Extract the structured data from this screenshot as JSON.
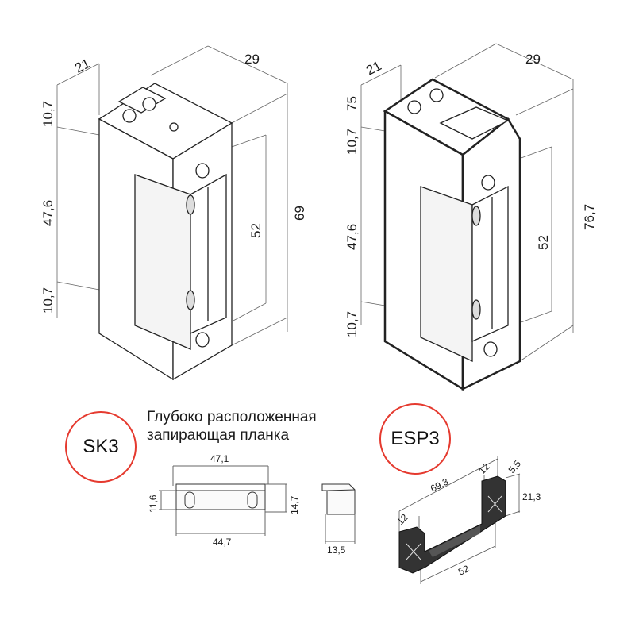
{
  "lock_left": {
    "dims": {
      "width": "21",
      "depth": "29",
      "top": "10,7",
      "middle": "47,6",
      "bottom": "10,7",
      "faceplate": "52",
      "height": "69"
    }
  },
  "lock_right": {
    "dims": {
      "width": "21",
      "depth": "29",
      "cap": "75",
      "top": "10,7",
      "middle": "47,6",
      "bottom": "10,7",
      "faceplate": "52",
      "height": "76,7"
    }
  },
  "sk3": {
    "badge": "SK3",
    "title_line1": "Глубоко расположенная",
    "title_line2": "запирающая планка",
    "dims": {
      "outer": "47,1",
      "inner": "44,7",
      "height_left": "11,6",
      "height_right": "14,7",
      "side_depth": "13,5"
    }
  },
  "esp3": {
    "badge": "ESP3",
    "dims": {
      "length": "69,3",
      "tab_right": "12",
      "thickness": "5,5",
      "height": "21,3",
      "tab_left": "12",
      "inner": "52"
    }
  },
  "colors": {
    "badge_ring": "#e53a2f",
    "line": "#222222",
    "dim_line": "#555555"
  }
}
